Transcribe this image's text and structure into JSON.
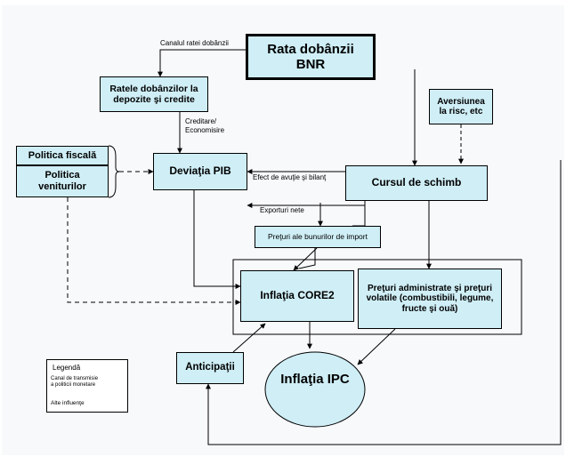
{
  "nodes": {
    "rata_bnr": "Rata dobânzii BNR",
    "ratele": "Ratele dobânzilor la depozite şi credite",
    "aversiunea": "Aversiunea la risc, etc",
    "politica_fiscala": "Politica fiscală",
    "politica_veniturilor": "Politica veniturilor",
    "deviatia_pib": "Deviaţia PIB",
    "cursul": "Cursul de schimb",
    "preturi_import": "Preţuri ale bunurilor de import",
    "inflatia_core2": "Inflaţia CORE2",
    "preturi_administrate": "Preţuri administrate şi preţuri volatile (combustibili, legume, fructe şi ouă)",
    "anticipatii": "Anticipaţii",
    "inflatia_ipc": "Inflaţia IPC"
  },
  "edge_labels": {
    "canalul": "Canalul ratei dobânzii",
    "creditare": "Creditare/ Economisire",
    "efect": "Efect de avuţie şi bilanţ",
    "exporturi": "Exporturi nete"
  },
  "legend": {
    "title": "Legendă",
    "solid": "Canal de transmisie a politicii monetare",
    "dashed": "Alte influenţe"
  },
  "colors": {
    "box_fill": "#cfeef6",
    "ellipse_fill": "#cfeef6",
    "stroke": "#000000"
  }
}
